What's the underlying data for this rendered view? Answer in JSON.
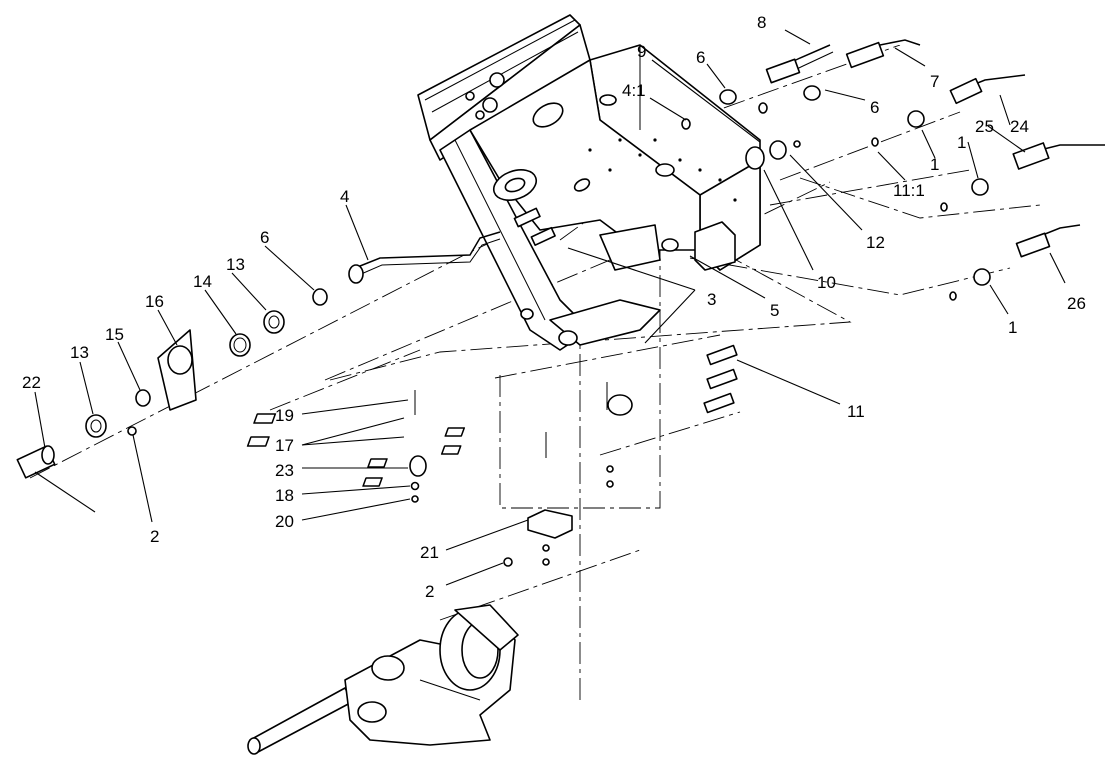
{
  "diagram": {
    "callouts": [
      "8",
      "9",
      "6",
      "4:1",
      "7",
      "6",
      "25",
      "24",
      "1",
      "1",
      "11:1",
      "12",
      "10",
      "5",
      "3",
      "4",
      "6",
      "13",
      "16",
      "14",
      "15",
      "13",
      "22",
      "2",
      "19",
      "17",
      "23",
      "18",
      "20",
      "21",
      "2",
      "11",
      "26",
      "1"
    ]
  }
}
